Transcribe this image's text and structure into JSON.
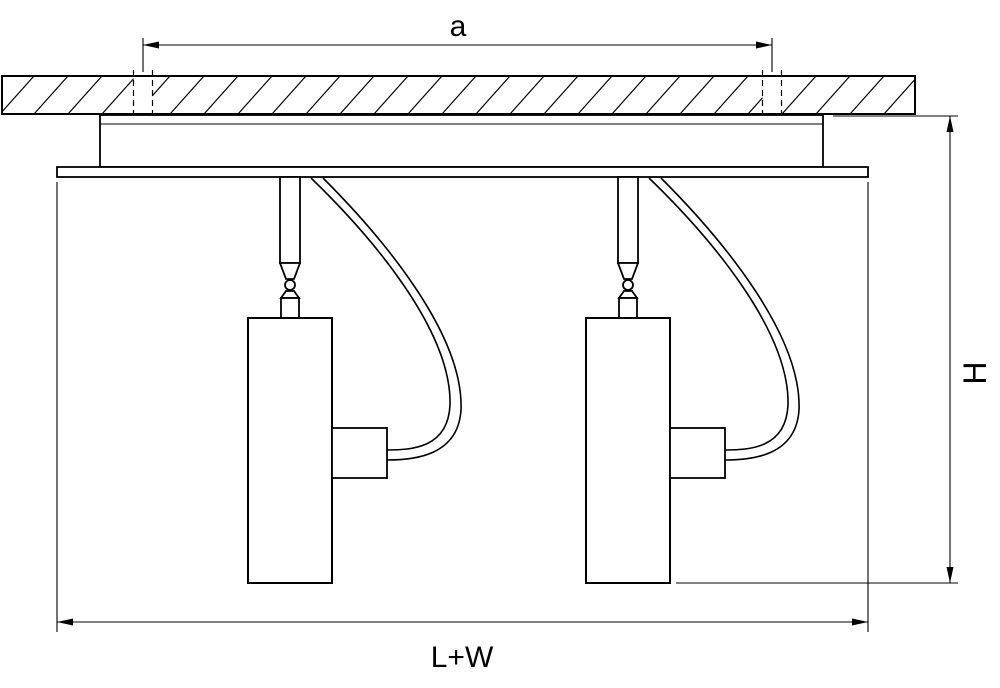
{
  "drawing": {
    "type": "technical-drawing",
    "labels": {
      "width_top": "a",
      "height_right": "H",
      "width_bottom": "L+W"
    },
    "colors": {
      "line": "#000000",
      "background": "#ffffff"
    }
  }
}
